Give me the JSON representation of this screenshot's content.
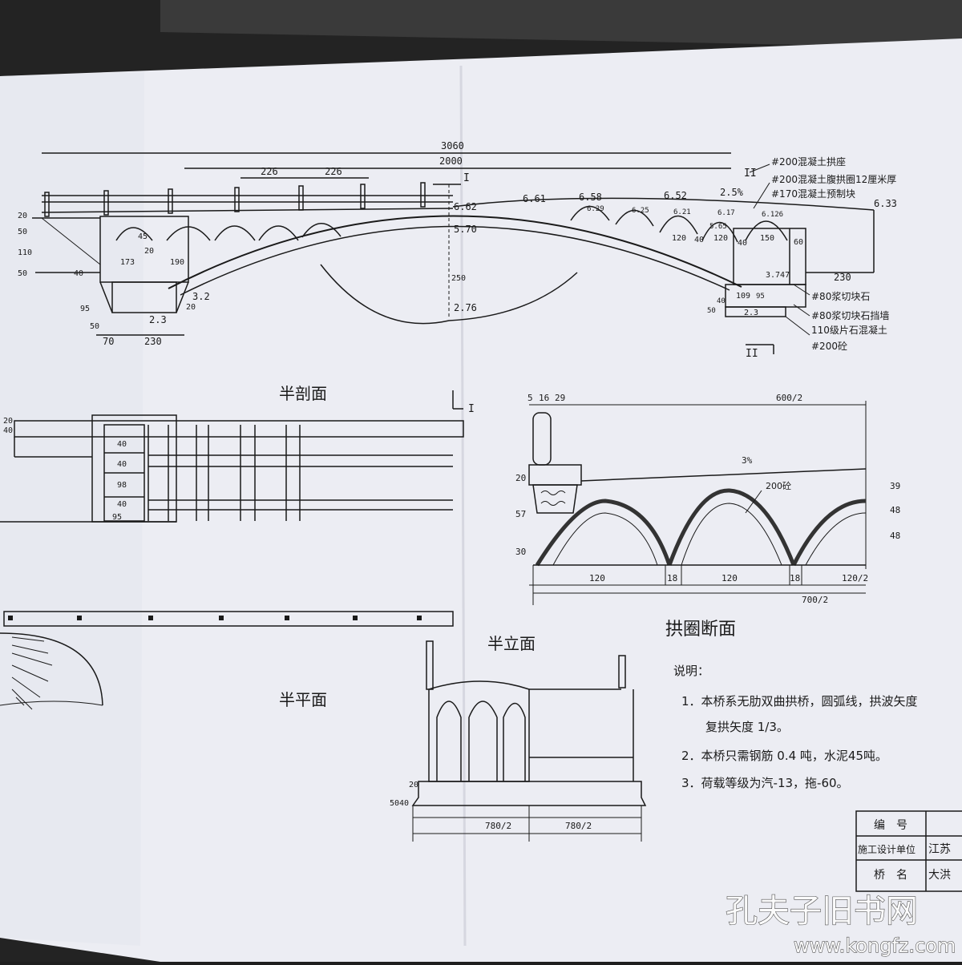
{
  "drawing": {
    "elevation": {
      "dims": {
        "total_span": "3060",
        "main_span": "2000",
        "sub_span_a": "226",
        "sub_span_b": "226",
        "left_h1": "20",
        "left_h2": "50",
        "left_h3": "110",
        "left_h4": "50",
        "left_h5": "95",
        "left_h6": "50",
        "left_base_offset": "70",
        "left_base_width": "230",
        "left_base_elev": "2.3",
        "left_lower_elev": "3.2",
        "left_lower_dim": "20",
        "left_arch_173": "173",
        "left_arch_190": "190",
        "left_arch_20": "20",
        "left_arch_45": "45",
        "left_elev_40": "40",
        "section_mark": "I",
        "crown_elev": "6.62",
        "crown_inner_elev": "5.70",
        "water_elev": "2.76",
        "clear_height": "250",
        "right_elev_1": "6.61",
        "right_elev_2": "6.58",
        "right_elev_3": "6.52",
        "slope": "2.5%",
        "right_end_elev": "6.33",
        "spandrel_e1": "6.29",
        "spandrel_e2": "6.25",
        "spandrel_e3": "6.21",
        "spandrel_e4": "6.17",
        "spandrel_e5": "6.126",
        "spandrel_e6": "5.65",
        "dim_120a": "120",
        "dim_40a": "40",
        "dim_120b": "120",
        "dim_40b": "40",
        "dim_150": "150",
        "dim_60": "60",
        "dim_230": "230",
        "right_base_elev": "3.747",
        "right_base_dim": "109",
        "right_base_95": "95",
        "right_base_50": "50",
        "right_base_40": "40",
        "right_foot_elev": "2.3",
        "section_mark_ii": "II"
      },
      "notes": [
        "#200混凝土拱座",
        "#200混凝土腹拱圈12厘米厚",
        "#170混凝土预制块",
        "#80浆切块石",
        "#80浆切块石挡墙",
        "110级片石混凝土",
        "#200砼"
      ]
    },
    "half_section": {
      "title": "半剖面",
      "section_mark": "I",
      "dims": [
        "40",
        "20",
        "40",
        "40",
        "98",
        "40",
        "95"
      ]
    },
    "arch_ring_section": {
      "title": "拱圈断面",
      "top_dims": [
        "5",
        "16",
        "29"
      ],
      "half_width": "600/2",
      "slope": "3%",
      "concrete": "200砼",
      "left_dims": [
        "20",
        "57",
        "30"
      ],
      "right_dims": [
        "39",
        "48",
        "48"
      ],
      "bottom_dims": [
        "120",
        "18",
        "120",
        "18",
        "120/2"
      ],
      "bottom_total": "700/2"
    },
    "half_plan": {
      "title": "半平面"
    },
    "half_elevation": {
      "title": "半立面",
      "left_dims": [
        "20",
        "40",
        "50"
      ],
      "bottom_left": "780/2",
      "bottom_right": "780/2"
    },
    "notes_block": {
      "heading": "说明：",
      "items": [
        "1．本桥系无肋双曲拱桥，圆弧线，拱波矢度",
        "复拱矢度 1/3。",
        "2．本桥只需钢筋 0.4 吨，水泥45吨。",
        "3．荷载等级为汽-13，拖-60。"
      ]
    },
    "title_block": {
      "row1_label": "编　号",
      "row2_label": "施工设计单位",
      "row2_value": "江苏",
      "row3_label": "桥　名",
      "row3_value": "大洪"
    }
  },
  "watermark": {
    "text": "孔夫子旧书网",
    "url": "www.kongfz.com"
  }
}
